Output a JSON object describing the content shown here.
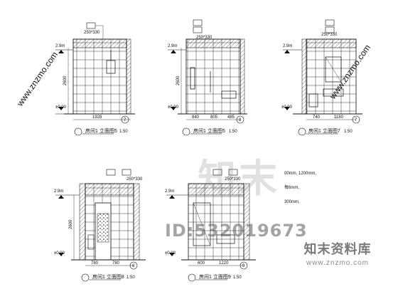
{
  "drawings": [
    {
      "id": "a",
      "level": "2.9m",
      "floor": "±0.00",
      "tag": "250*330",
      "height_dim": "2600",
      "width_dim": "1928",
      "title": "房间1 立面图5",
      "scale": "1:50",
      "marker": "7"
    },
    {
      "id": "b",
      "level": "2.9m",
      "floor": "±0.00",
      "tag": "250*330",
      "height_dim": "2600",
      "widths": [
        "840",
        "805",
        "485"
      ],
      "title": "房间1 立面图5",
      "scale": "1:50",
      "marker": "8"
    },
    {
      "id": "c",
      "level": "2.9m",
      "floor": "±0.00",
      "tag": "250*330",
      "widths": [
        "740",
        "1180"
      ],
      "title": "房间1 立面图7",
      "scale": "1:50",
      "marker": "7"
    },
    {
      "id": "d",
      "level": "2.9m",
      "floor": "±0.00",
      "tag": "250*330",
      "height_dim": "2600",
      "widths": [
        "780",
        "780"
      ],
      "title": "房间1 立面图8",
      "scale": "1:50",
      "marker": "8"
    },
    {
      "id": "e",
      "level": "2.9m",
      "floor": "±0.00",
      "tag": "250*330",
      "widths": [
        "600",
        "1220"
      ],
      "title": "房间1 立面图9",
      "scale": "1:50",
      "marker": "9"
    }
  ],
  "notes": {
    "lines": [
      "00mm, 1200mm,",
      "每6mm,",
      "300mm,"
    ]
  },
  "watermark": {
    "logo": "知末",
    "id": "ID:532019673",
    "brand_cn": "知末资料库",
    "brand_url": "www.znzmo.com",
    "side_text": "www.znzmo.com"
  }
}
